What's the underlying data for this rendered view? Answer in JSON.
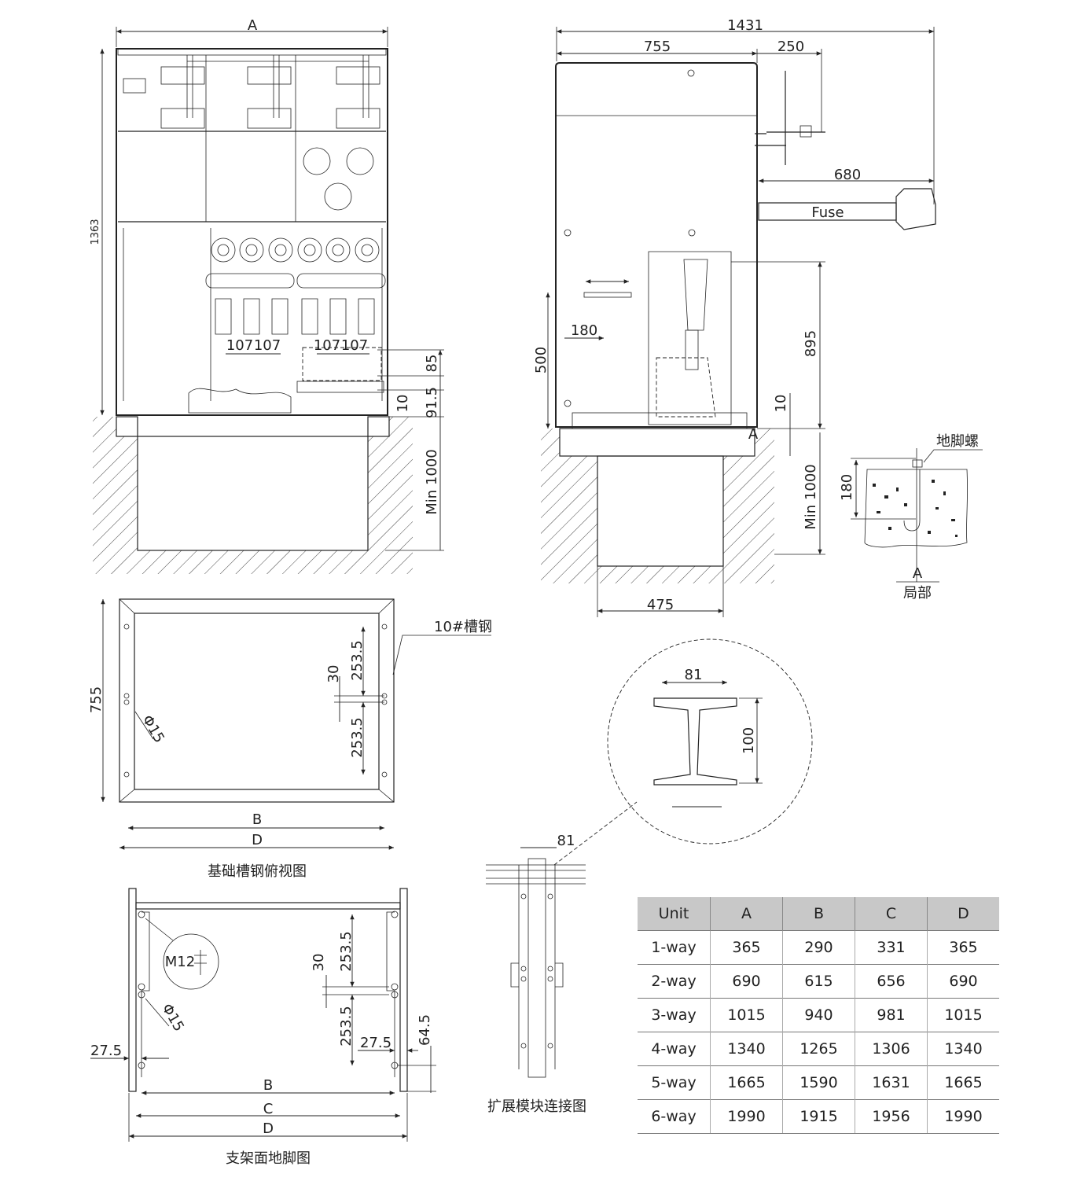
{
  "front_view": {
    "dim_A": "A",
    "dim_height": "1363",
    "dim_107_1": "107",
    "dim_107_2": "107",
    "dim_107_3": "107",
    "dim_107_4": "107",
    "dim_85": "85",
    "dim_91_5": "91.5",
    "dim_10": "10",
    "dim_min_1000": "Min  1000"
  },
  "side_view": {
    "dim_1431": "1431",
    "dim_755": "755",
    "dim_250": "250",
    "dim_680": "680",
    "fuse_label": "Fuse",
    "dim_180": "180",
    "dim_500": "500",
    "dim_895": "895",
    "dim_10": "10",
    "section_A": "A",
    "dim_min_1000": "Min  1000",
    "dim_475": "475"
  },
  "detail_A": {
    "bolt_label": "地脚螺",
    "dim_180": "180",
    "title_A": "A",
    "title_partial": "局部"
  },
  "channel_top_view": {
    "steel_label": "10#槽钢",
    "dim_755": "755",
    "dim_253_5_top": "253.5",
    "dim_30": "30",
    "dim_253_5_bottom": "253.5",
    "hole_label": "Φ15",
    "dim_B": "B",
    "dim_D": "D",
    "caption": "基础槽钢俯视图"
  },
  "bracket_view": {
    "bolt_label": "M12",
    "dim_30": "30",
    "dim_253_5_top": "253.5",
    "hole_label": "Φ15",
    "dim_253_5_bottom": "253.5",
    "dim_27_5_left": "27.5",
    "dim_27_5_right": "27.5",
    "dim_64_5": "64.5",
    "dim_B": "B",
    "dim_C": "C",
    "dim_D": "D",
    "caption": "支架面地脚图"
  },
  "extension_view": {
    "dim_81": "81",
    "caption": "扩展模块连接图"
  },
  "ibeam_detail": {
    "dim_81": "81",
    "dim_100": "100"
  },
  "table": {
    "headers": [
      "Unit",
      "A",
      "B",
      "C",
      "D"
    ],
    "rows": [
      [
        "1-way",
        "365",
        "290",
        "331",
        "365"
      ],
      [
        "2-way",
        "690",
        "615",
        "656",
        "690"
      ],
      [
        "3-way",
        "1015",
        "940",
        "981",
        "1015"
      ],
      [
        "4-way",
        "1340",
        "1265",
        "1306",
        "1340"
      ],
      [
        "5-way",
        "1665",
        "1590",
        "1631",
        "1665"
      ],
      [
        "6-way",
        "1990",
        "1915",
        "1956",
        "1990"
      ]
    ]
  }
}
